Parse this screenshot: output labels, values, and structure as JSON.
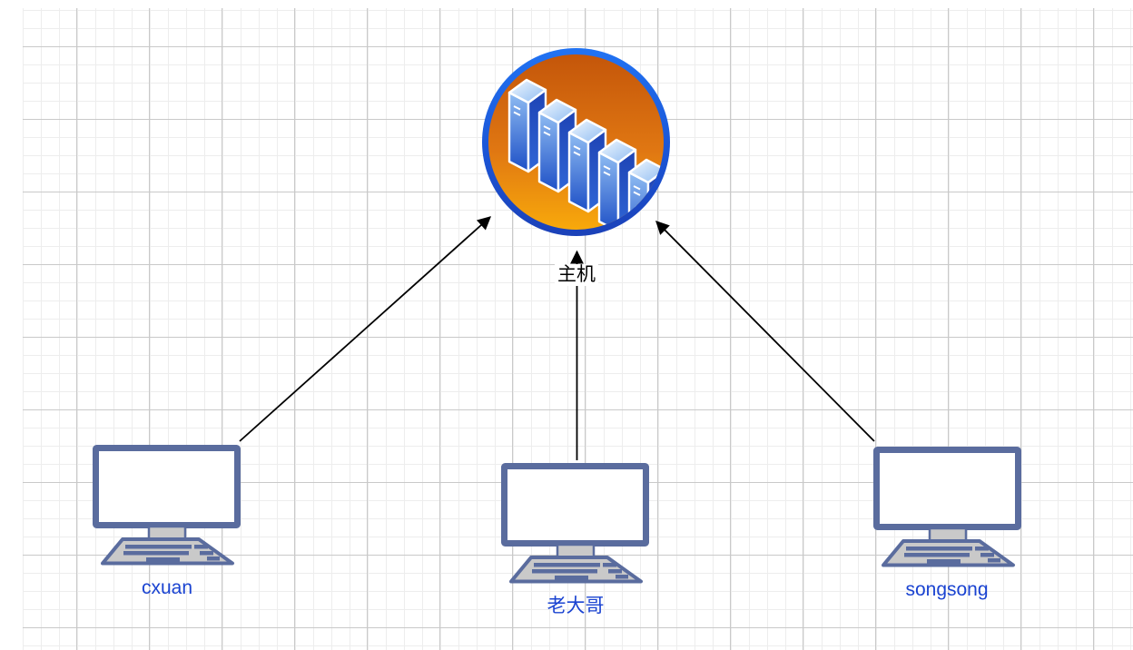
{
  "diagram": {
    "server": {
      "label": "主机",
      "icon": "server-rack-circle-icon"
    },
    "clients": [
      {
        "label": "cxuan",
        "icon": "desktop-computer-icon"
      },
      {
        "label": "老大哥",
        "icon": "desktop-computer-icon"
      },
      {
        "label": "songsong",
        "icon": "desktop-computer-icon"
      }
    ],
    "edges": [
      {
        "from": "cxuan",
        "to": "主机",
        "style": "arrow"
      },
      {
        "from": "老大哥",
        "to": "主机",
        "style": "arrow"
      },
      {
        "from": "songsong",
        "to": "主机",
        "style": "arrow"
      }
    ]
  },
  "colors": {
    "client_label": "#1a43d1",
    "host_label": "#000000",
    "server_ring_blue": "#1f6af0",
    "server_orange_top": "#c4560a",
    "server_orange_bottom": "#f8a90b",
    "tower_blue": "#2050c8",
    "monitor_frame": "#5a6c9e",
    "monitor_screen": "#ffffff",
    "keyboard_gray": "#c9c9c9",
    "edge_color": "#000000",
    "grid_minor": "#ededed",
    "grid_major": "#c9c9c9"
  }
}
